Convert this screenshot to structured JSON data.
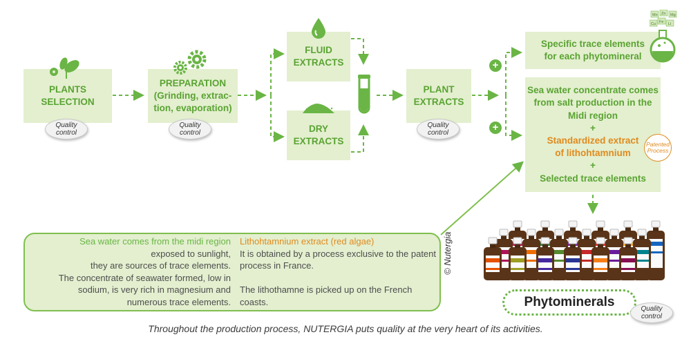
{
  "steps": {
    "plants_selection": [
      "PLANTS",
      "SELECTION"
    ],
    "preparation": [
      "PREPARATION",
      "(Grinding, extrac-",
      "tion, evaporation)"
    ],
    "fluid_extracts": [
      "FLUID",
      "EXTRACTS"
    ],
    "dry_extracts": [
      "DRY",
      "EXTRACTS"
    ],
    "plant_extracts": [
      "PLANT",
      "EXTRACTS"
    ],
    "specific_trace": [
      "Specific trace elements",
      "for each phytomineral"
    ]
  },
  "composition": {
    "line1": "Sea water concentrate comes",
    "line2": "from salt production in the",
    "line3": "Midi region",
    "plus1": "+",
    "line4": "Standardized extract",
    "line5": "of lithohtamnium",
    "plus2": "+",
    "line6": "Selected trace elements"
  },
  "quality_control": [
    "Quality",
    "control"
  ],
  "patented": [
    "Patented",
    "Process"
  ],
  "plus_sign": "+",
  "elements": [
    "Mn",
    "Zn",
    "Mg",
    "Cu",
    "Fe",
    "Li"
  ],
  "info": {
    "left_heading": "Sea water comes from the midi region",
    "left_lines": [
      "exposed to sunlight,",
      "they are sources of trace elements.",
      "The concentrate of seawater formed, low in",
      "sodium, is very rich in magnesium and",
      "numerous trace elements."
    ],
    "right_heading": "Lithohtamnium extract (red algae)",
    "right_lines": [
      "It is obtained by a process exclusive to the patent",
      "process in France.",
      "",
      "The lithothamne is picked up on the French",
      "coasts."
    ]
  },
  "copyright": "© Nutergia",
  "product": "Phytominerals",
  "footer": "Throughout the production process, NUTERGIA puts quality at the very heart of its activities.",
  "colors": {
    "green": "#6ab545",
    "box": "#e3efcf",
    "orange": "#e08a1e"
  },
  "bottle_caps": [
    "#c2185b",
    "#2e7d32",
    "#7b1fa2",
    "#d32f2f",
    "#f9a825",
    "#1565c0",
    "#ad1457",
    "#ef6c00",
    "#558b2f",
    "#c62828",
    "#6a1b9a",
    "#00838f",
    "#e65100",
    "#9e9d24",
    "#4527a0",
    "#283593",
    "#f57f17",
    "#880e4f"
  ]
}
